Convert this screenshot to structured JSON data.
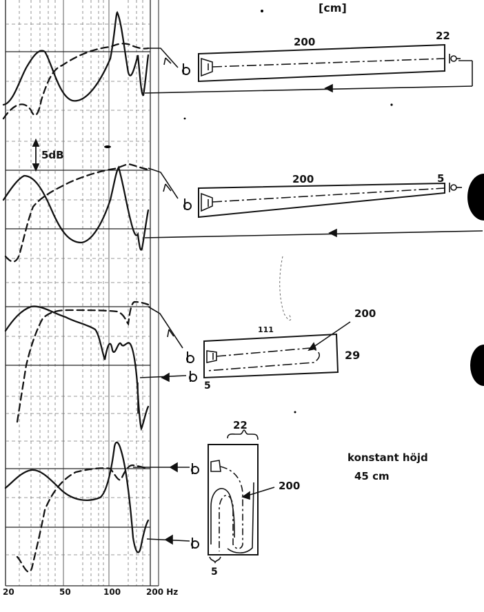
{
  "unit_label": "[cm]",
  "scale_label": "5dB",
  "x_axis": {
    "ticks": [
      "20",
      "50",
      "100",
      "200 Hz"
    ]
  },
  "panels": [
    {
      "length": "200",
      "end_width": "22"
    },
    {
      "length": "200",
      "end_width": "5"
    },
    {
      "top_label": "111",
      "length": "200",
      "height": "29",
      "width_label": "5"
    },
    {
      "width": "22",
      "length": "200",
      "width_label": "5"
    }
  ],
  "note": {
    "line1": "konstant höjd",
    "line2": "45 cm"
  }
}
